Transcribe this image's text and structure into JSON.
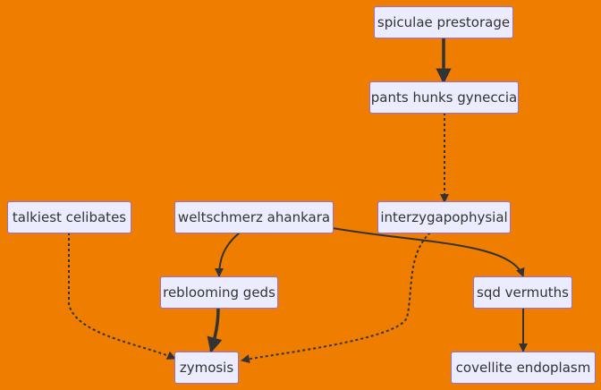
{
  "nodes": [
    {
      "id": "spiculae",
      "label": "spiculae prestorage"
    },
    {
      "id": "pants",
      "label": "pants hunks gyneccia"
    },
    {
      "id": "talkiest",
      "label": "talkiest celibates"
    },
    {
      "id": "weltschmerz",
      "label": "weltschmerz ahankara"
    },
    {
      "id": "interzyg",
      "label": "interzygapophysial"
    },
    {
      "id": "reblooming",
      "label": "reblooming geds"
    },
    {
      "id": "sqd",
      "label": "sqd vermuths"
    },
    {
      "id": "zymosis",
      "label": "zymosis"
    },
    {
      "id": "covellite",
      "label": "covellite endoplasm"
    }
  ],
  "edges": [
    {
      "from": "spiculae",
      "to": "pants",
      "style": "thick"
    },
    {
      "from": "pants",
      "to": "interzyg",
      "style": "dotted"
    },
    {
      "from": "weltschmerz",
      "to": "reblooming",
      "style": "normal"
    },
    {
      "from": "weltschmerz",
      "to": "sqd",
      "style": "normal"
    },
    {
      "from": "interzyg",
      "to": "zymosis",
      "style": "dotted"
    },
    {
      "from": "talkiest",
      "to": "zymosis",
      "style": "dotted"
    },
    {
      "from": "reblooming",
      "to": "zymosis",
      "style": "thick"
    },
    {
      "from": "sqd",
      "to": "covellite",
      "style": "normal"
    }
  ],
  "colors": {
    "background": "#ee7d00",
    "node_fill": "#ececff",
    "node_border": "#9370db",
    "text": "#333333",
    "edge": "#333333"
  }
}
